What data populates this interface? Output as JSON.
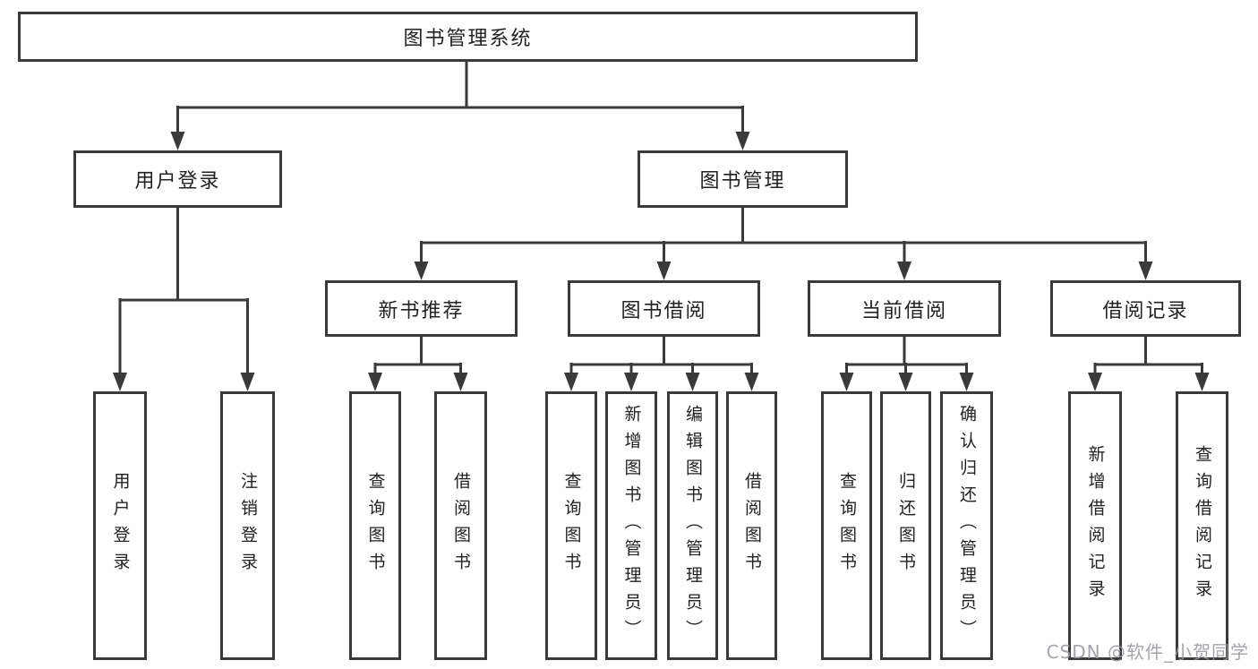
{
  "root": {
    "label": "图书管理系统"
  },
  "user_branch": {
    "label": "用户登录",
    "children": [
      {
        "label": "用户登录"
      },
      {
        "label": "注销登录"
      }
    ]
  },
  "mgmt_branch": {
    "label": "图书管理",
    "sections": [
      {
        "label": "新书推荐",
        "children": [
          {
            "label": "查询图书"
          },
          {
            "label": "借阅图书"
          }
        ]
      },
      {
        "label": "图书借阅",
        "children": [
          {
            "label": "查询图书"
          },
          {
            "label": "新增图书（管理员）"
          },
          {
            "label": "编辑图书（管理员）"
          },
          {
            "label": "借阅图书"
          }
        ]
      },
      {
        "label": "当前借阅",
        "children": [
          {
            "label": "查询图书"
          },
          {
            "label": "归还图书"
          },
          {
            "label": "确认归还（管理员）"
          }
        ]
      },
      {
        "label": "借阅记录",
        "children": [
          {
            "label": "新增借阅记录"
          },
          {
            "label": "查询借阅记录"
          }
        ]
      }
    ]
  },
  "watermark": "CSDN @软件_小贺同学",
  "colors": {
    "line": "#3a3a3a",
    "text": "#222222",
    "watermark": "#96999e",
    "background": "#ffffff"
  }
}
